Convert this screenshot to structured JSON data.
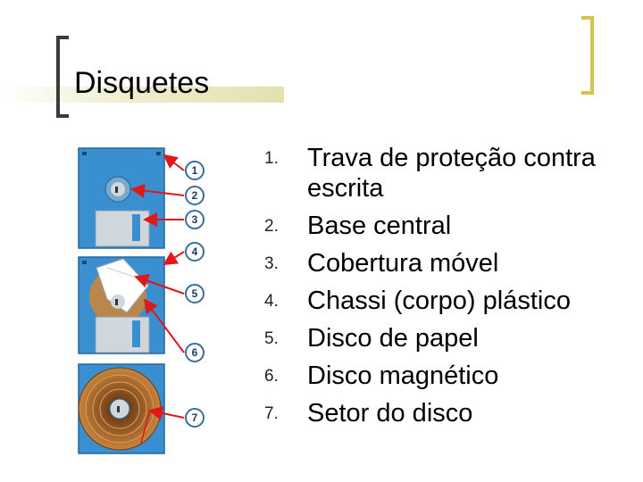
{
  "slide": {
    "title": "Disquetes"
  },
  "figure": {
    "callouts": [
      "1",
      "2",
      "3",
      "4",
      "5",
      "6",
      "7"
    ],
    "colors": {
      "disk_blue": "#3a8fd0",
      "disk_dark": "#23679d",
      "shutter": "#cfd6dc",
      "arrow": "#e01818",
      "media": "#b86a2c"
    }
  },
  "parts": [
    {
      "number": "1.",
      "text": "Trava de proteção contra escrita"
    },
    {
      "number": "2.",
      "text": "Base central"
    },
    {
      "number": "3.",
      "text": "Cobertura móvel"
    },
    {
      "number": "4.",
      "text": "Chassi (corpo) plástico"
    },
    {
      "number": "5.",
      "text": "Disco de papel"
    },
    {
      "number": "6.",
      "text": "Disco magnético"
    },
    {
      "number": "7.",
      "text": "Setor do disco"
    }
  ]
}
